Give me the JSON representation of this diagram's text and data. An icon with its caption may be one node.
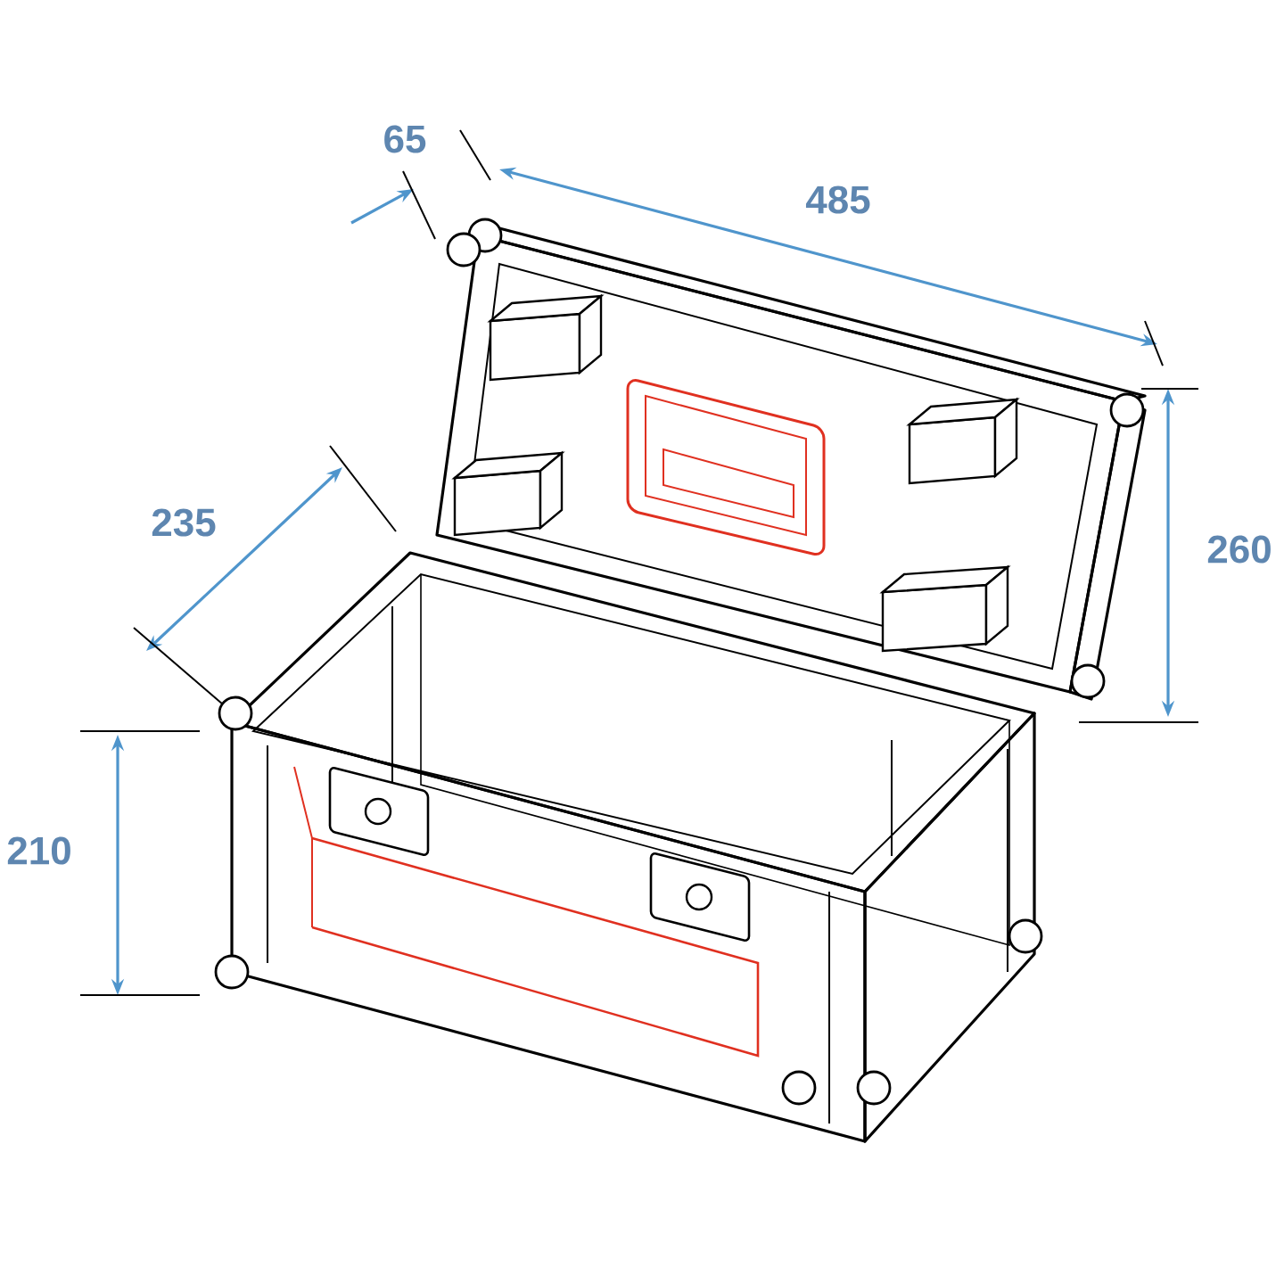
{
  "diagram": {
    "labels": [
      "65",
      "485",
      "235",
      "260",
      "210"
    ]
  }
}
